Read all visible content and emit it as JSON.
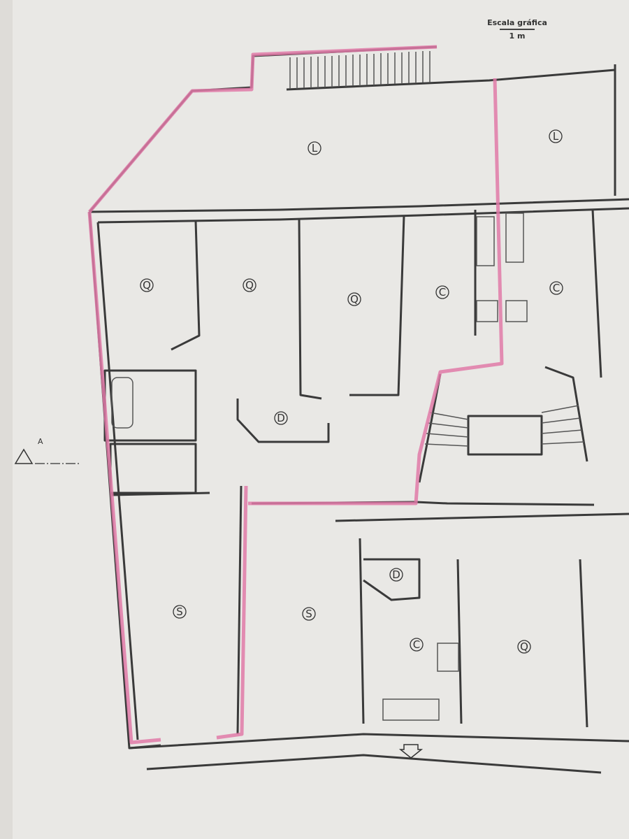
{
  "scale": {
    "title": "Escala gráfica",
    "value": "1 m"
  },
  "section_marker": "A",
  "rooms": [
    {
      "id": "l1",
      "label": "L"
    },
    {
      "id": "l2",
      "label": "L"
    },
    {
      "id": "q1",
      "label": "Q"
    },
    {
      "id": "q2",
      "label": "Q"
    },
    {
      "id": "q3",
      "label": "Q"
    },
    {
      "id": "c1",
      "label": "C"
    },
    {
      "id": "c2",
      "label": "C"
    },
    {
      "id": "d1",
      "label": "D"
    },
    {
      "id": "s1",
      "label": "S"
    },
    {
      "id": "s2",
      "label": "S"
    },
    {
      "id": "d2",
      "label": "D"
    },
    {
      "id": "c3",
      "label": "C"
    },
    {
      "id": "q4",
      "label": "Q"
    }
  ],
  "colors": {
    "paper": "#e9e8e5",
    "walls": "#3a3a3a",
    "highlight": "#e07aa8"
  }
}
